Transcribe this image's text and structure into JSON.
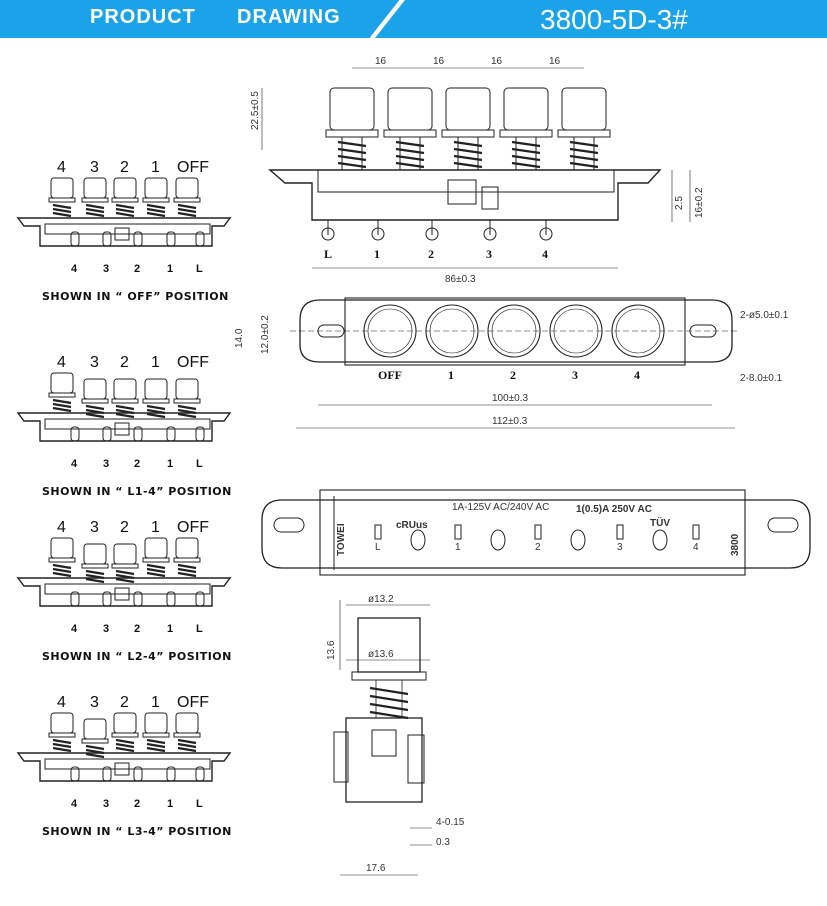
{
  "header": {
    "product": "PRODUCT",
    "drawing": "DRAWING",
    "model": "3800-5D-3#",
    "colors": {
      "banner_blue": "#1aa3e8",
      "banner_dark": "#0c74b8"
    }
  },
  "positions": [
    {
      "top": [
        "4",
        "3",
        "2",
        "1",
        "OFF"
      ],
      "pins": [
        "4",
        "3",
        "2",
        "1",
        "L"
      ],
      "caption": "SHOWN IN “ OFF” POSITION"
    },
    {
      "top": [
        "4",
        "3",
        "2",
        "1",
        "OFF"
      ],
      "pins": [
        "4",
        "3",
        "2",
        "1",
        "L"
      ],
      "caption": "SHOWN IN “ L1-4” POSITION"
    },
    {
      "top": [
        "4",
        "3",
        "2",
        "1",
        "OFF"
      ],
      "pins": [
        "4",
        "3",
        "2",
        "1",
        "L"
      ],
      "caption": "SHOWN IN “ L2-4” POSITION"
    },
    {
      "top": [
        "4",
        "3",
        "2",
        "1",
        "OFF"
      ],
      "pins": [
        "4",
        "3",
        "2",
        "1",
        "L"
      ],
      "caption": "SHOWN IN “ L3-4” POSITION"
    }
  ],
  "front_view": {
    "pitch": [
      "16",
      "16",
      "16",
      "16"
    ],
    "height": "22.5±0.5",
    "dim_2_5": "2.5",
    "dim_16": "16±0.2",
    "overall": "86±0.3",
    "pins": [
      "L",
      "1",
      "2",
      "3",
      "4"
    ]
  },
  "top_view": {
    "height14": "14.0",
    "height12": "12.0±0.2",
    "hole": "2-ø5.0±0.1",
    "slot": "2-8.0±0.1",
    "width100": "100±0.3",
    "width112": "112±0.3",
    "labels": [
      "OFF",
      "1",
      "2",
      "3",
      "4"
    ]
  },
  "bottom_view": {
    "rating1": "1A-125V AC/240V AC",
    "rating2": "1(0.5)A 250V AC",
    "brand": "TOWEI",
    "model": "3800",
    "pins": [
      "L",
      "1",
      "2",
      "3",
      "4"
    ],
    "cert1": "cRUus",
    "cert2": "TÜV"
  },
  "side_view": {
    "d1": "ø13.2",
    "d2": "ø13.6",
    "h": "13.6",
    "t1": "4-0.15",
    "t2": "0.3",
    "w": "17.6"
  }
}
